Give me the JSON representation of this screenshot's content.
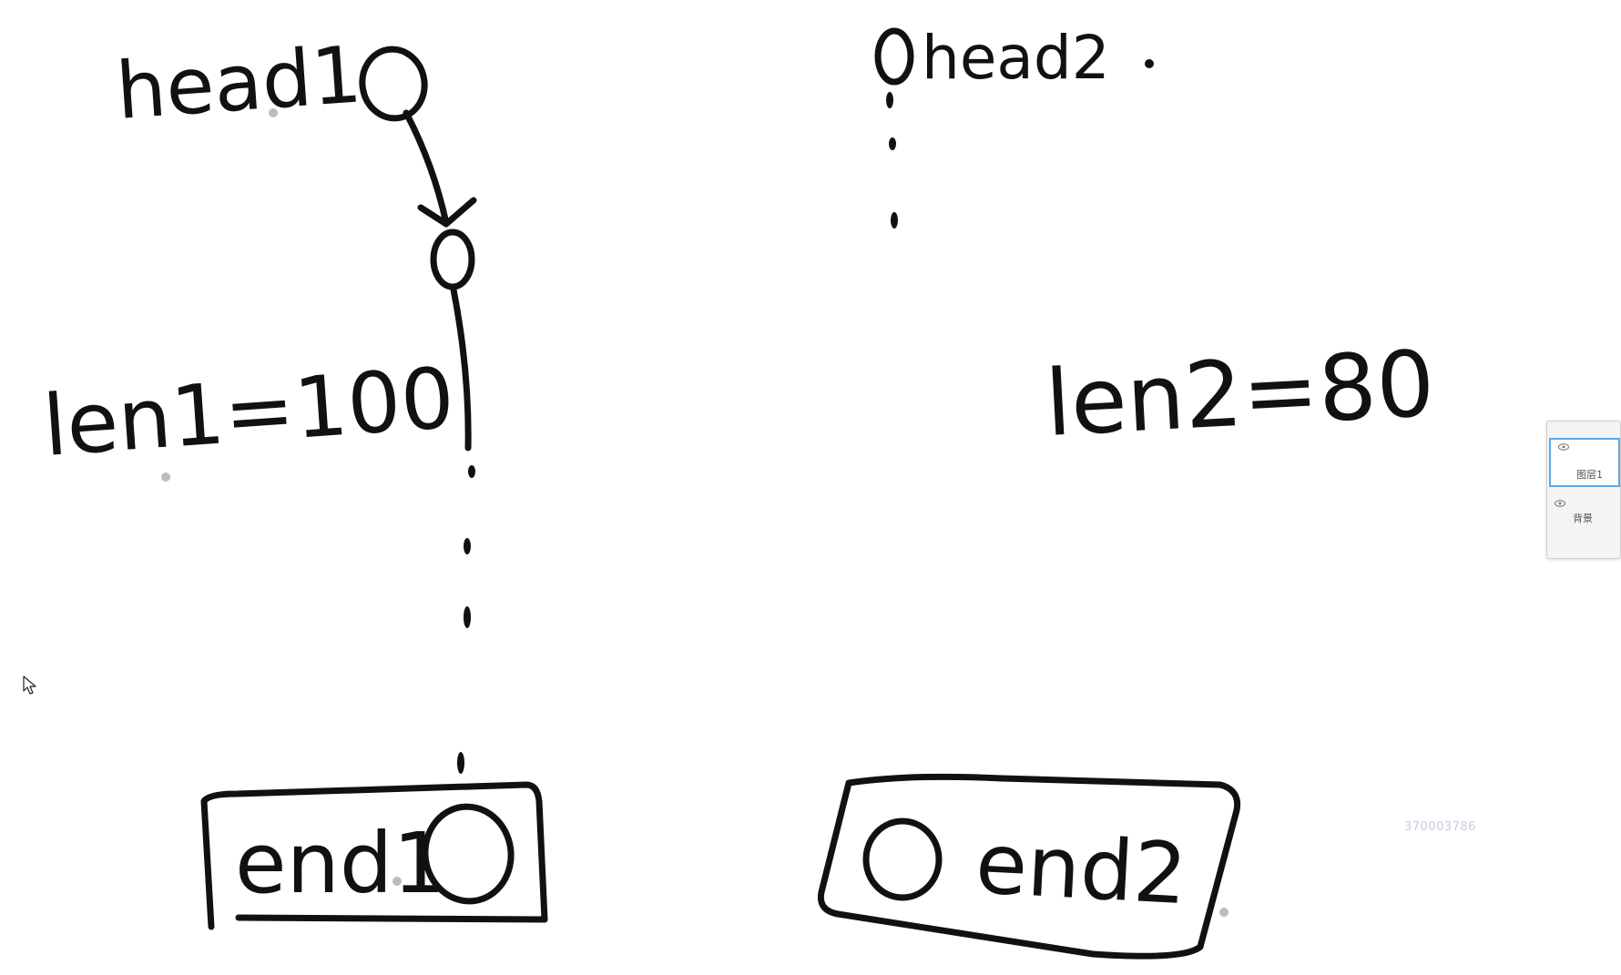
{
  "diagram": {
    "labels": {
      "head1": "head1",
      "head2": "head2",
      "len1": "len1=100",
      "len2": "len2=80",
      "end1": "end1",
      "end2": "end2"
    }
  },
  "layers_panel": {
    "layer_name": "图层1",
    "background_name": "背景"
  },
  "watermark": "370003786",
  "icons": [
    "eye-icon",
    "cursor-icon"
  ]
}
